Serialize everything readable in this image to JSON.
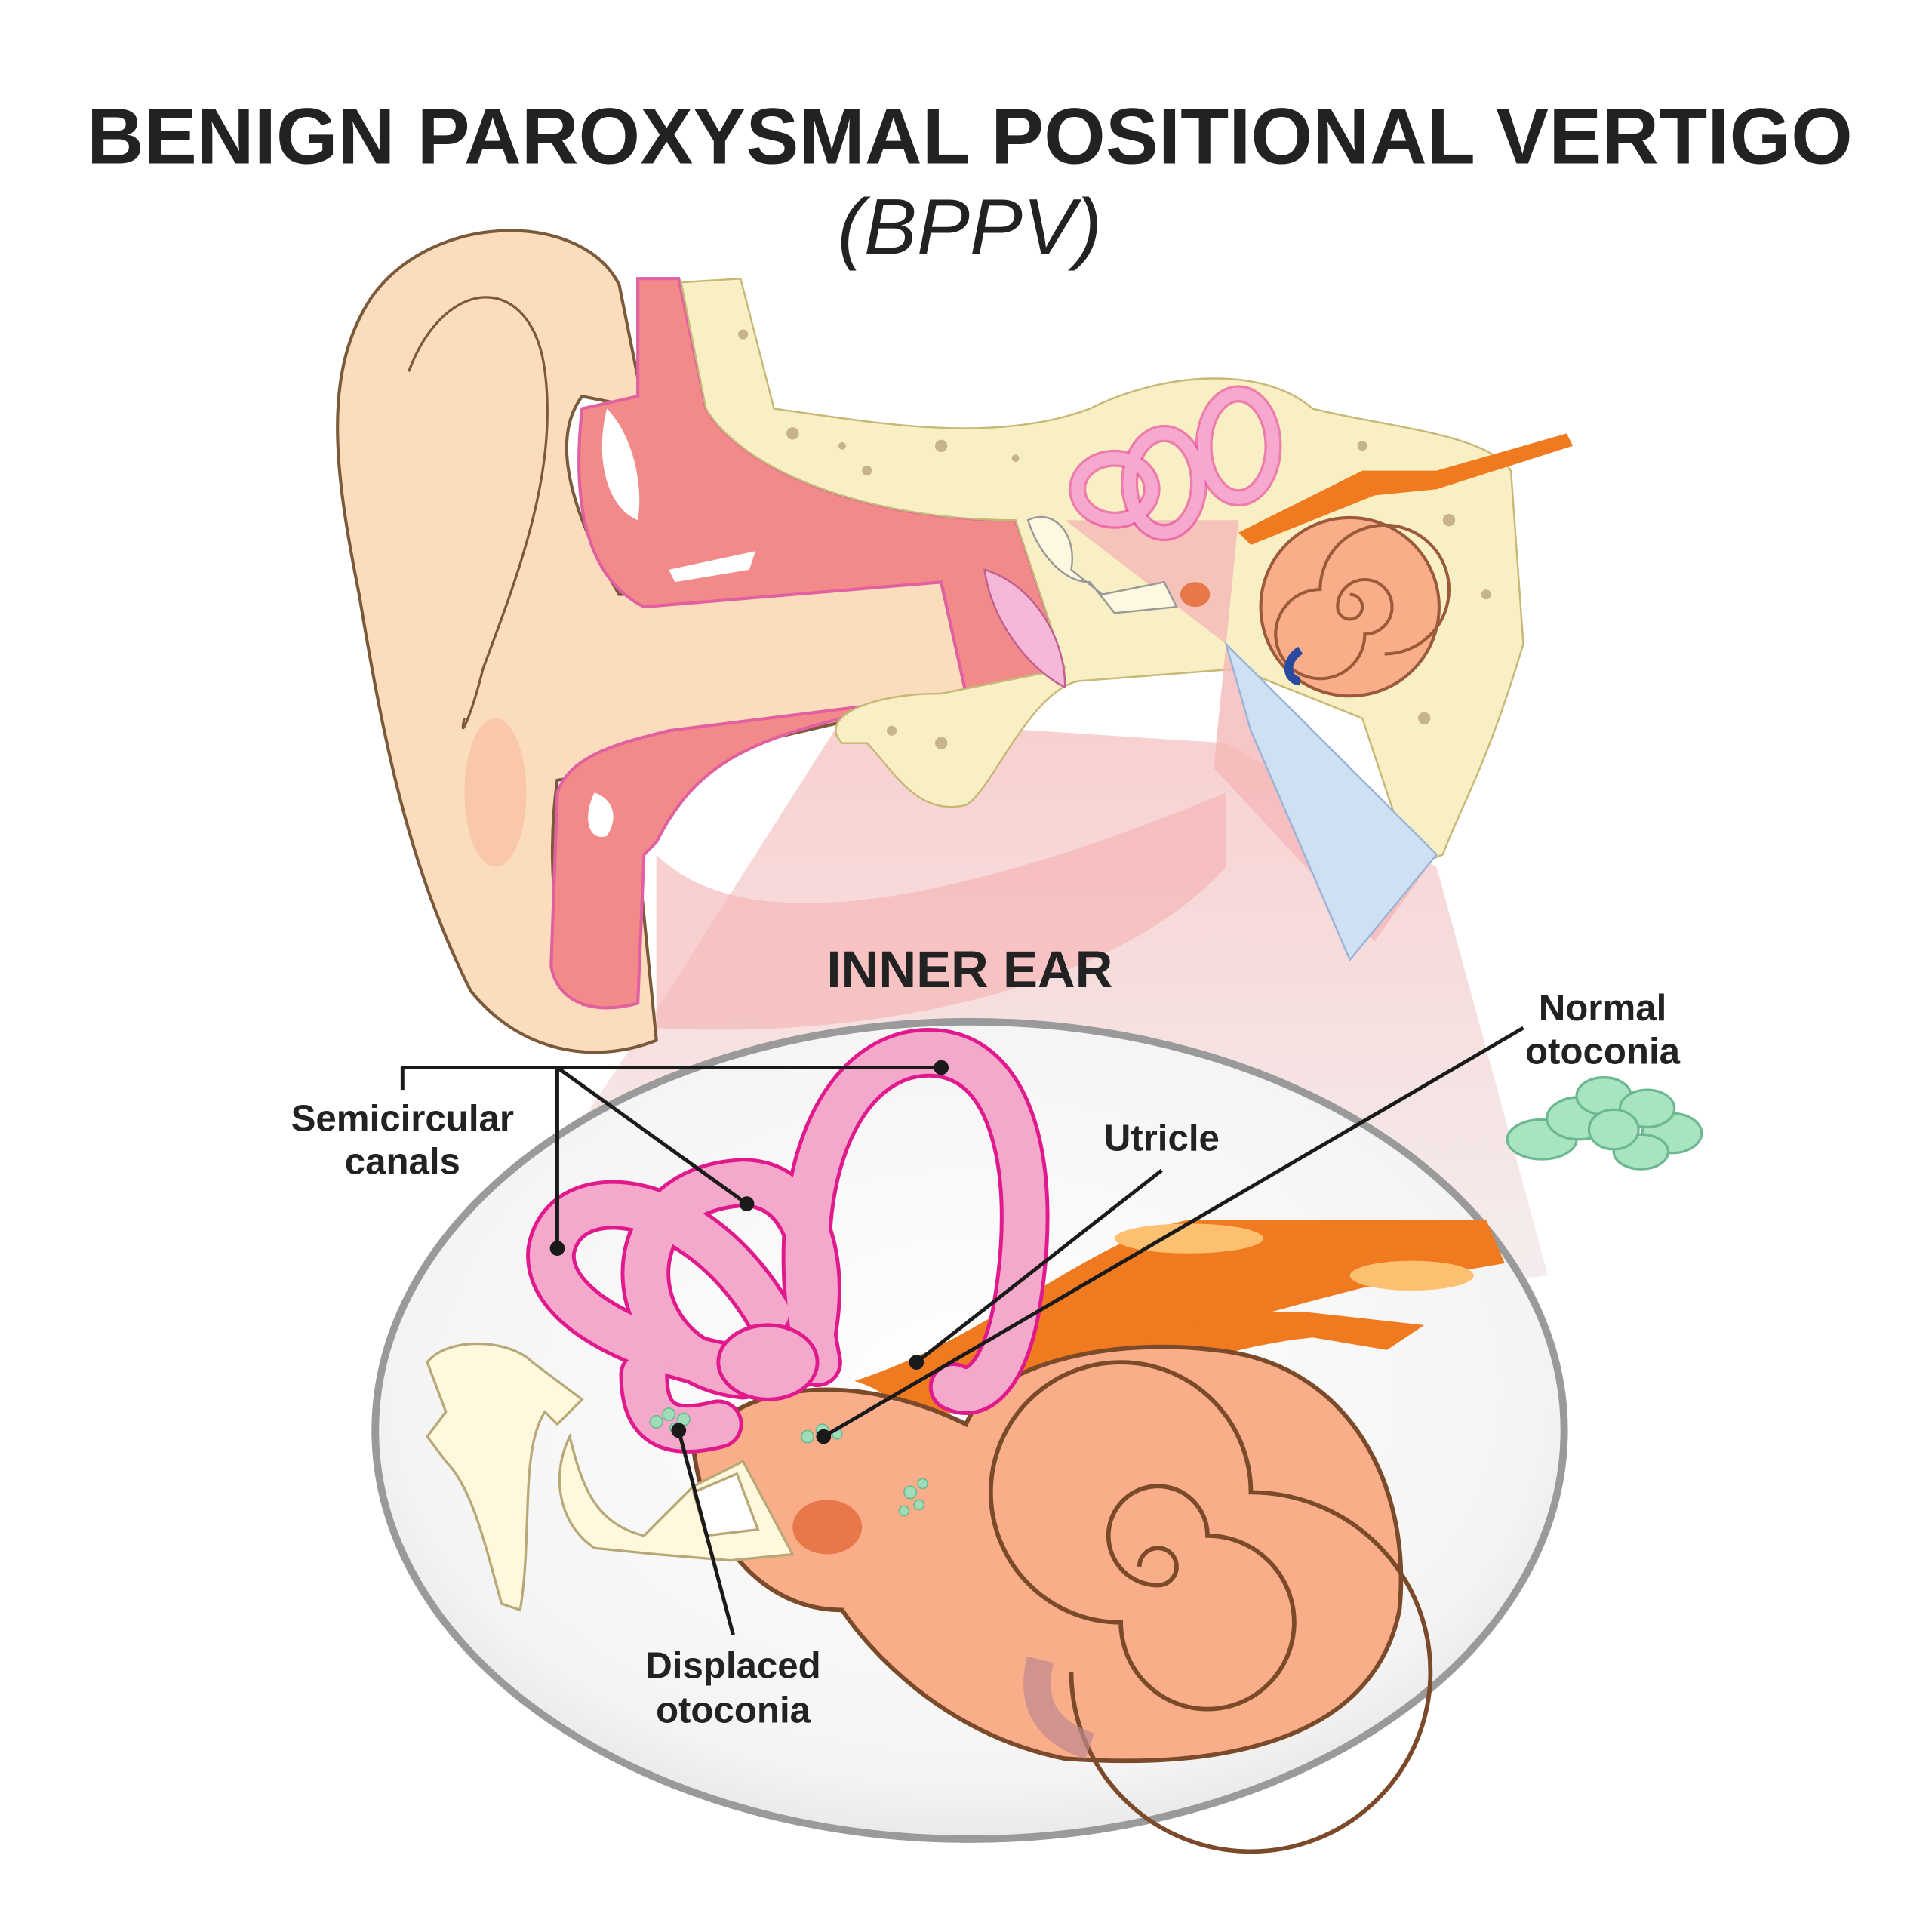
{
  "title": "BENIGN PAROXYSMAL POSITIONAL VERTIGO",
  "subtitle": "(BPPV)",
  "inset_title": "INNER EAR",
  "labels": {
    "semicircular_1": "Semicircular",
    "semicircular_2": "canals",
    "utricle": "Utricle",
    "normal_1": "Normal",
    "normal_2": "otoconia",
    "displaced_1": "Displaced",
    "displaced_2": "otoconia"
  },
  "colors": {
    "skin": "#fbdcbc",
    "canal_pink": "#f08a8a",
    "bone": "#f8f0c4",
    "labyrinth": "#f29bc6",
    "cochlea": "#f9ad88",
    "nerve": "#f07a20",
    "otoconia": "#9fdcb8"
  }
}
